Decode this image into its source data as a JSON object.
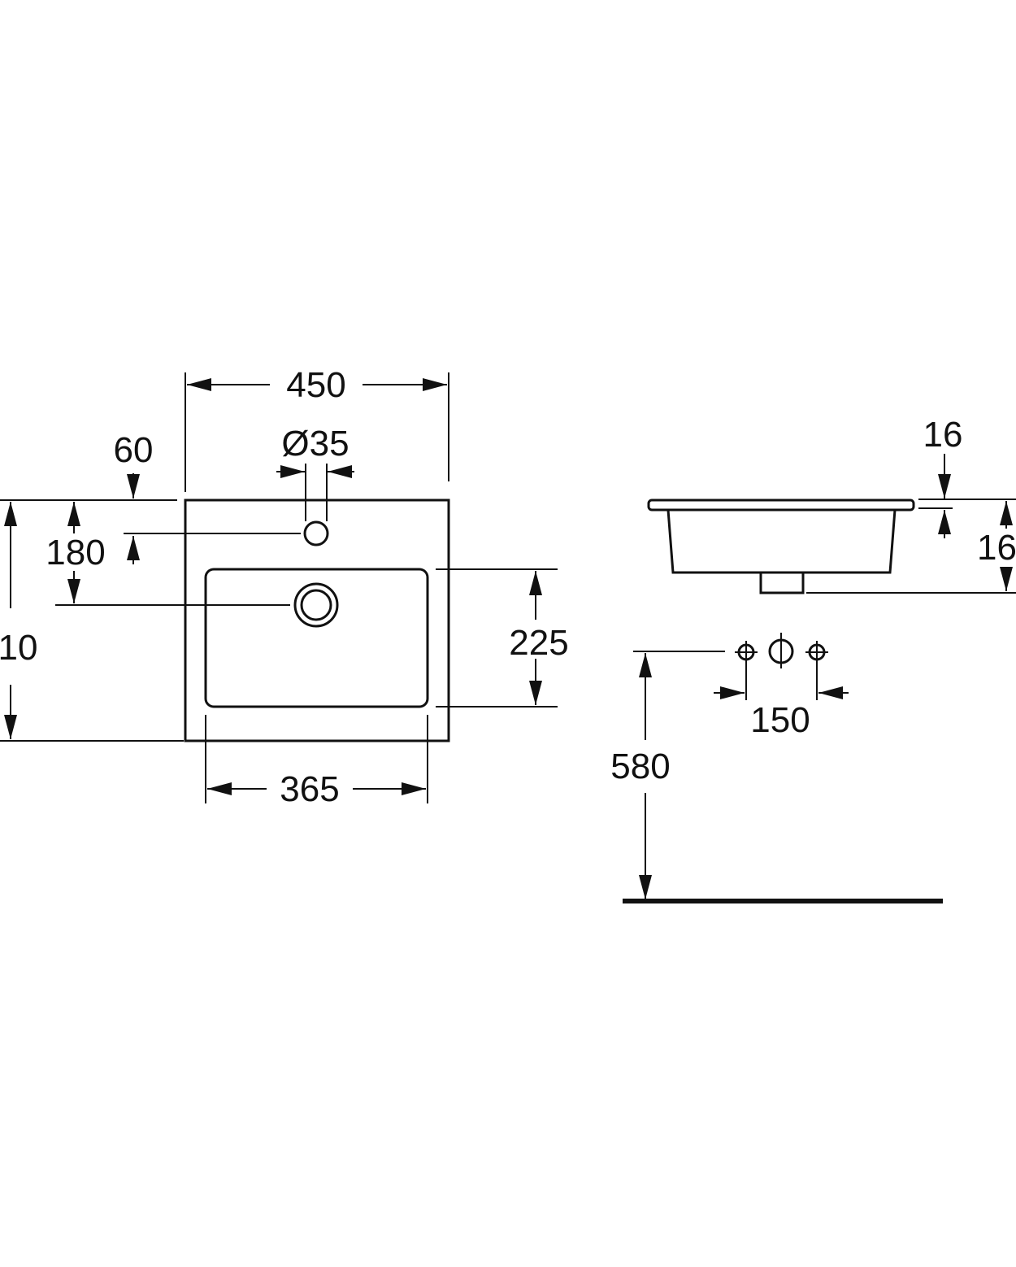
{
  "dimensions": {
    "total_width": "450",
    "tap_hole_offset": "60",
    "tap_hole_diameter": "Ø35",
    "tap_to_drain": "180",
    "total_depth": "10",
    "basin_depth_inner": "225",
    "basin_width_inner": "365",
    "rim_thickness": "16",
    "side_height": "16",
    "wall_tap_spacing": "150",
    "mounting_height": "580"
  },
  "colors": {
    "line": "#111111",
    "background": "#ffffff"
  }
}
